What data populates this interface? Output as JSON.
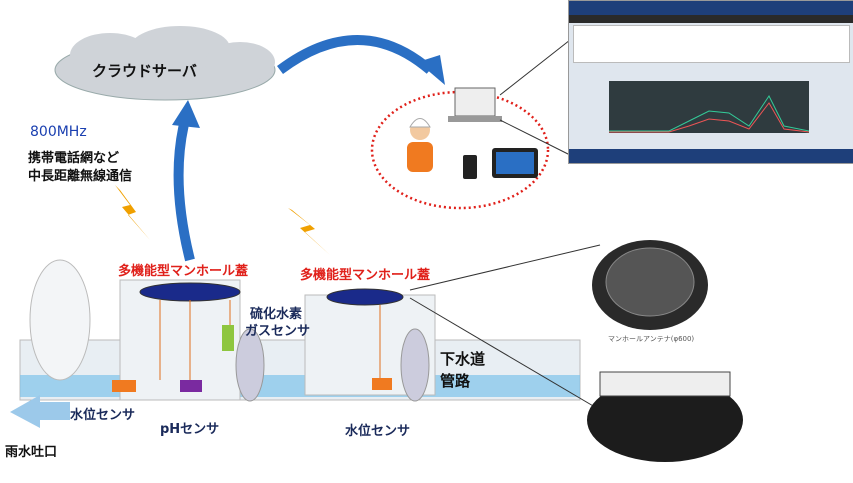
{
  "cloud": {
    "label": "クラウドサーバ"
  },
  "network": {
    "frequency": "800MHz",
    "line1": "携帯電話網など",
    "line2": "中長距離無線通信"
  },
  "manhole_labels": {
    "left": "多機能型マンホール蓋",
    "right": "多機能型マンホール蓋"
  },
  "sensors": {
    "h2s_line1": "硫化水素",
    "h2s_line2": "ガスセンサ",
    "water_level_left": "水位センサ",
    "ph": "pHセンサ",
    "water_level_right": "水位センサ"
  },
  "pipe": {
    "line1": "下水道",
    "line2": "管路"
  },
  "outlet": "雨水吐口",
  "antenna_caption": "マンホールアンテナ(φ600)",
  "colors": {
    "red": "#e0201a",
    "navy": "#1a2a5a",
    "arrow": "#2a6fc4",
    "water": "#7fc3ea"
  }
}
